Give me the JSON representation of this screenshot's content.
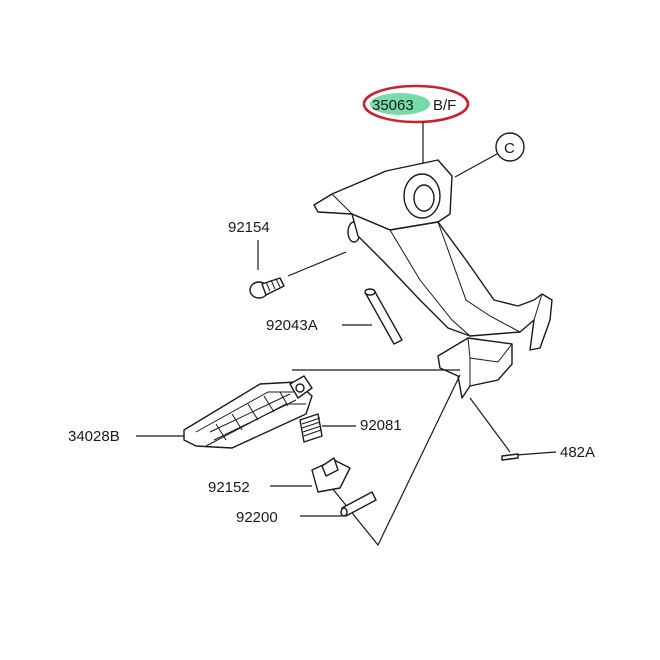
{
  "diagram": {
    "highlight_color": "#c8222a",
    "marker_color": "#5fd39a",
    "callouts": {
      "bracket_part": "35063",
      "bracket_suffix": "B/F",
      "ref_circle": "C",
      "bolt": "92154",
      "pin": "92043A",
      "footpeg": "34028B",
      "spring": "92081",
      "ball": "92152",
      "spring_pin": "92200",
      "cotter": "482A"
    }
  }
}
